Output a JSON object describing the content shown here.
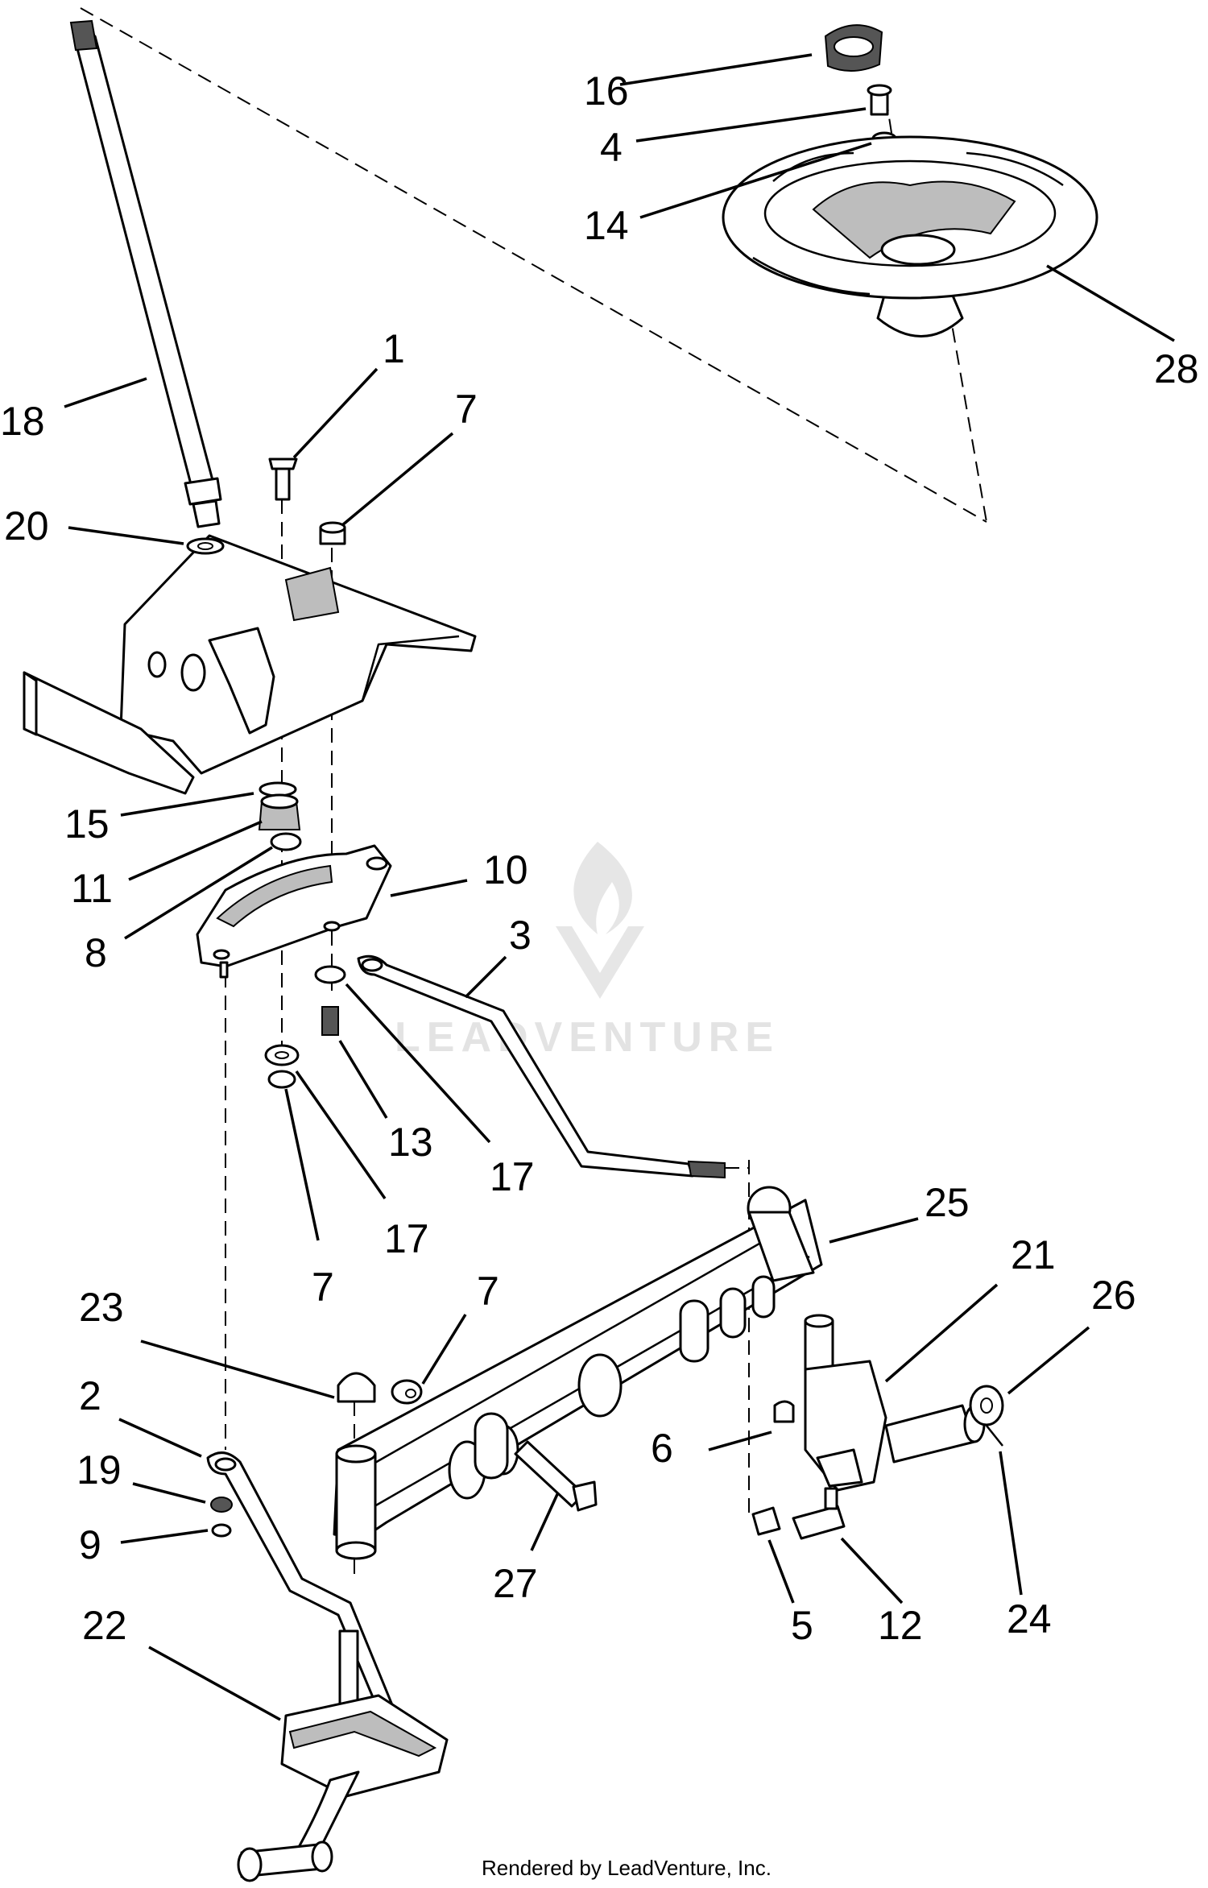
{
  "diagram": {
    "watermark_text": "LEADVENTURE",
    "credit_text": "Rendered by LeadVenture, Inc.",
    "callouts": [
      {
        "id": "c16",
        "label": "16"
      },
      {
        "id": "c4",
        "label": "4"
      },
      {
        "id": "c14",
        "label": "14"
      },
      {
        "id": "c28",
        "label": "28"
      },
      {
        "id": "c18",
        "label": "18"
      },
      {
        "id": "c1",
        "label": "1"
      },
      {
        "id": "c7a",
        "label": "7"
      },
      {
        "id": "c20",
        "label": "20"
      },
      {
        "id": "c15",
        "label": "15"
      },
      {
        "id": "c11",
        "label": "11"
      },
      {
        "id": "c8",
        "label": "8"
      },
      {
        "id": "c10",
        "label": "10"
      },
      {
        "id": "c3",
        "label": "3"
      },
      {
        "id": "c13",
        "label": "13"
      },
      {
        "id": "c17a",
        "label": "17"
      },
      {
        "id": "c17b",
        "label": "17"
      },
      {
        "id": "c7b",
        "label": "7"
      },
      {
        "id": "c25",
        "label": "25"
      },
      {
        "id": "c21",
        "label": "21"
      },
      {
        "id": "c26",
        "label": "26"
      },
      {
        "id": "c23",
        "label": "23"
      },
      {
        "id": "c7c",
        "label": "7"
      },
      {
        "id": "c2",
        "label": "2"
      },
      {
        "id": "c19",
        "label": "19"
      },
      {
        "id": "c9",
        "label": "9"
      },
      {
        "id": "c6",
        "label": "6"
      },
      {
        "id": "c27",
        "label": "27"
      },
      {
        "id": "c5",
        "label": "5"
      },
      {
        "id": "c12",
        "label": "12"
      },
      {
        "id": "c24",
        "label": "24"
      },
      {
        "id": "c22",
        "label": "22"
      }
    ]
  }
}
